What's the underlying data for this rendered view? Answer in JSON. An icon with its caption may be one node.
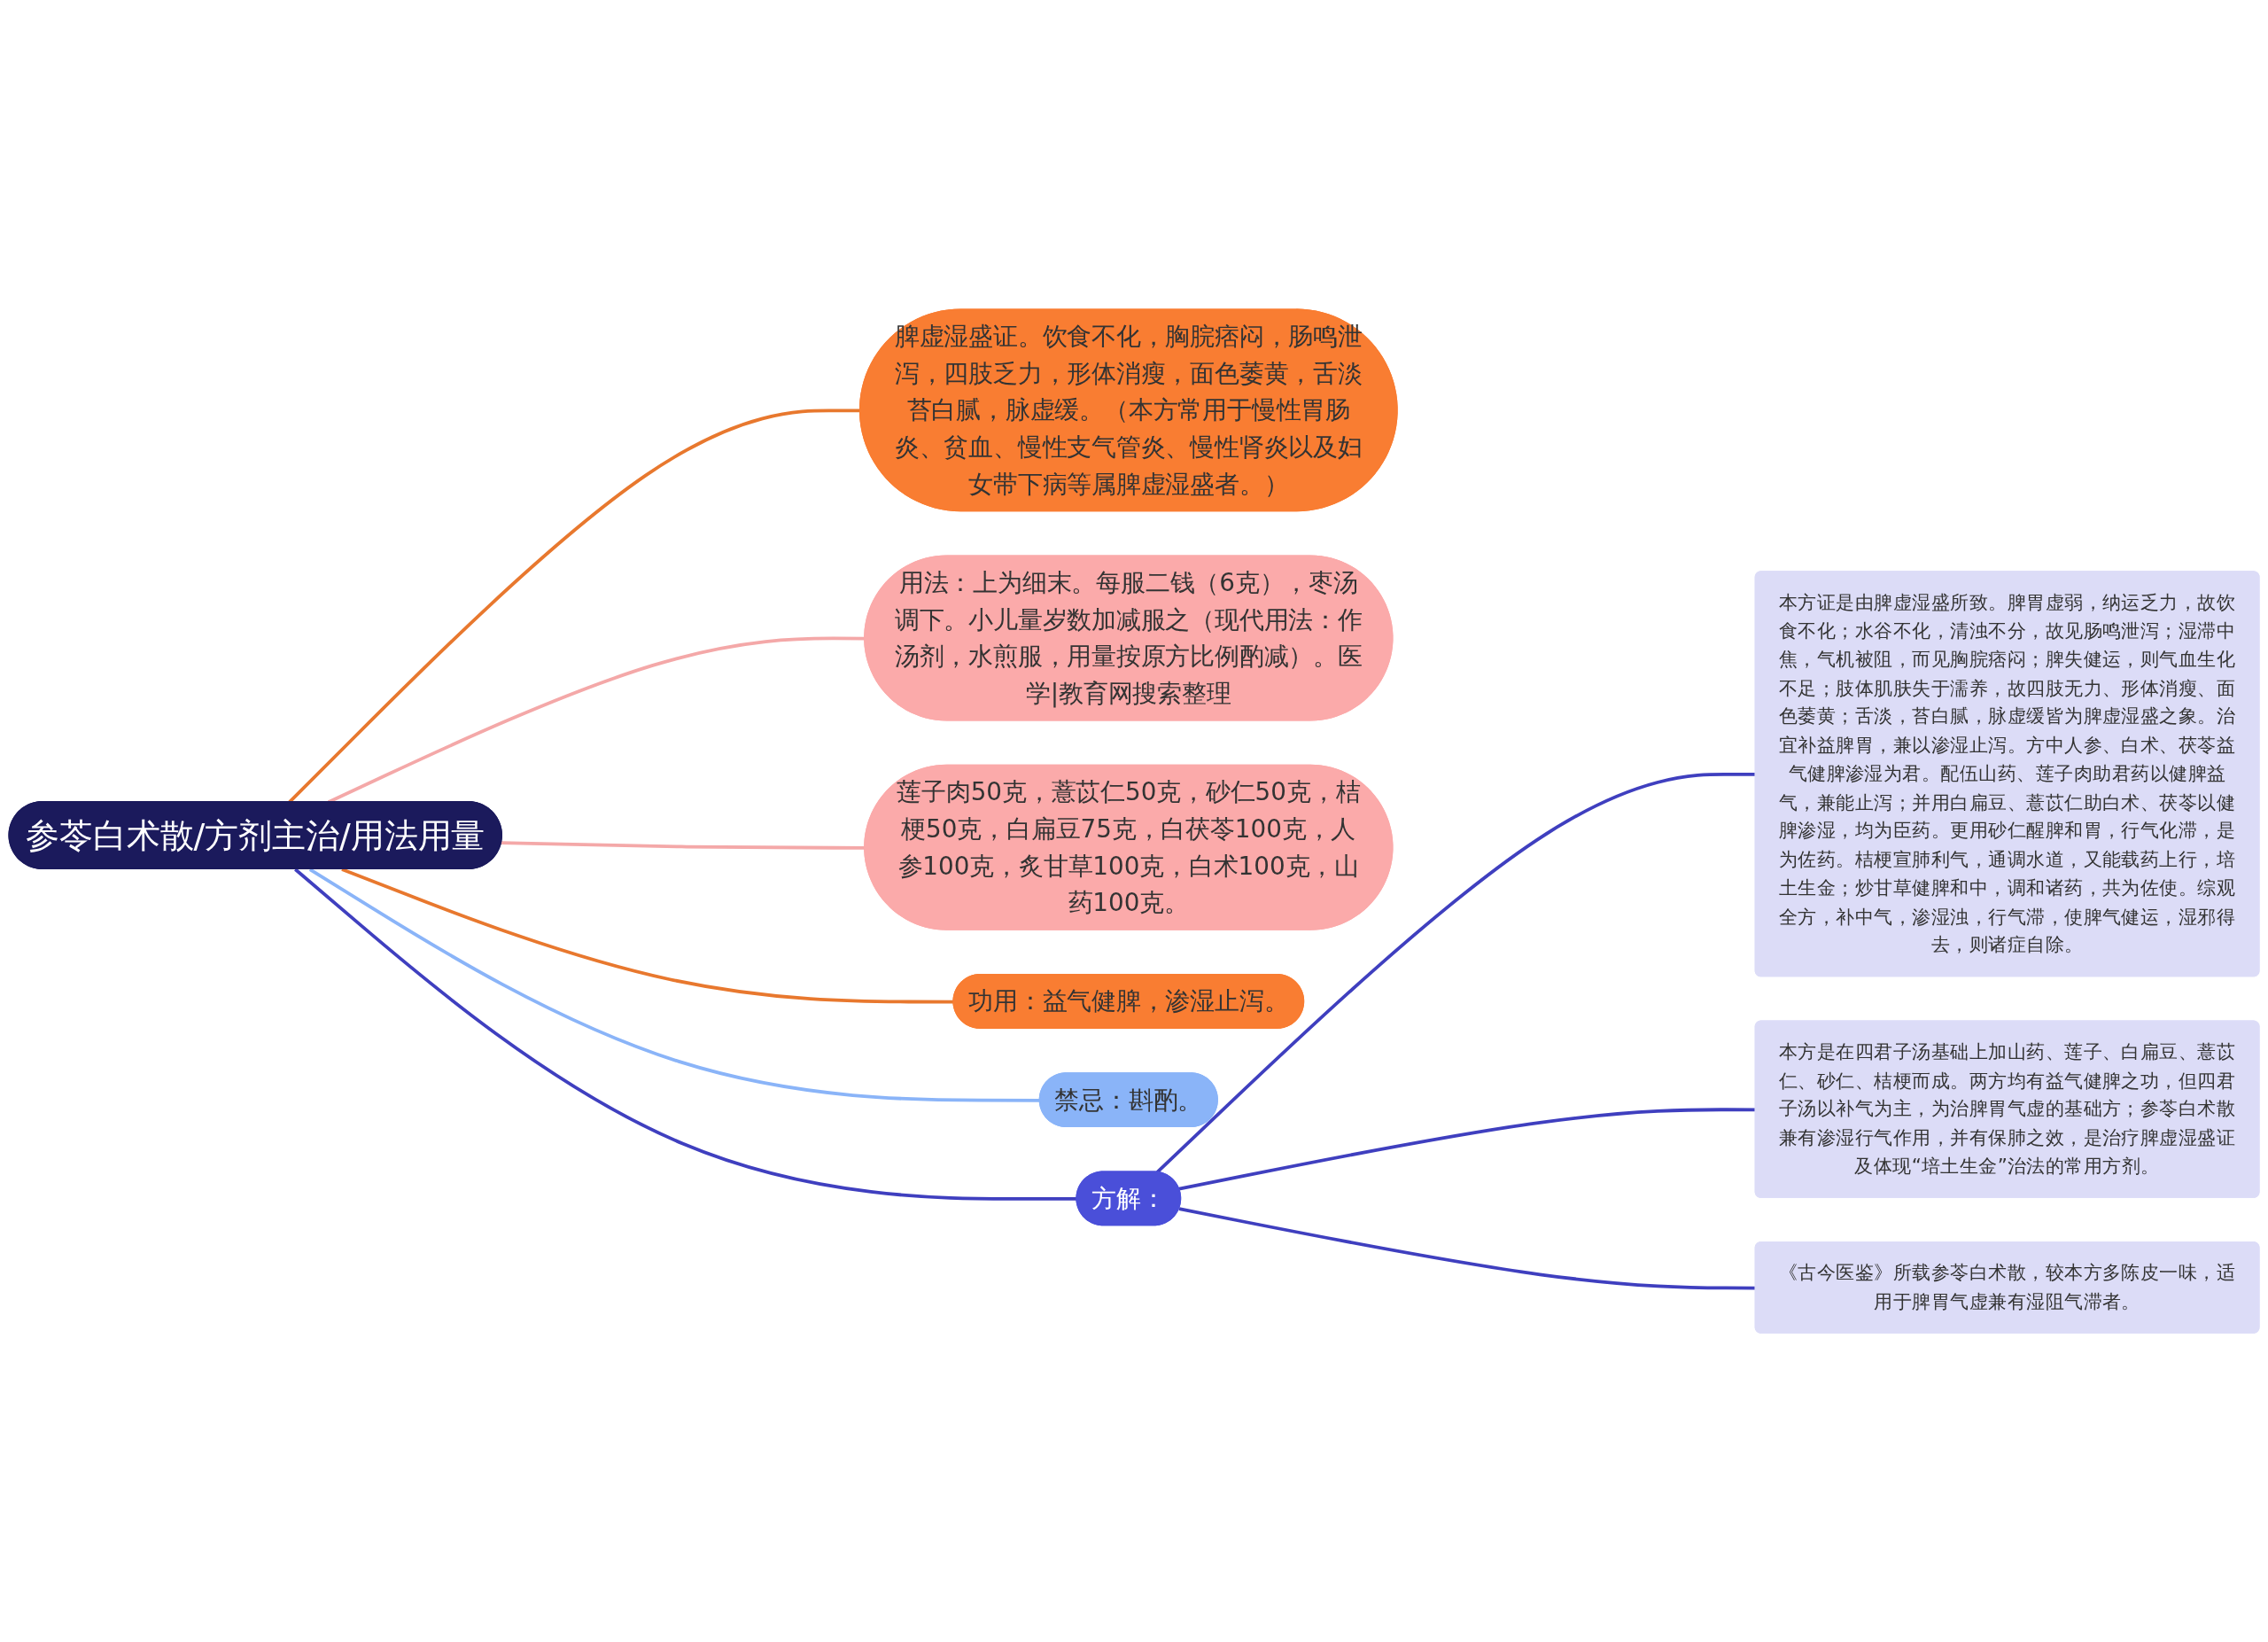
{
  "diagram": {
    "nodes": [
      {
        "text": [
          "参苓白术散/方剂主治/用法用量"
        ]
      },
      {
        "text": [
          "脾虚湿盛证。饮食不化，胸脘痞闷，肠鸣泄泻，四肢乏力，形体消瘦，面色萎黄，舌淡苔白腻，脉虚缓。（本方常用于慢性胃肠炎、贫血、慢性支气管炎、慢性肾炎以及妇女带下病等属脾虚湿盛者。）"
        ]
      },
      {
        "text": [
          "用法：上为细末。每服二钱（6克），枣汤调下。小儿量岁数加减服之（现代用法：作汤剂，水煎服，用量按原方比例酌减）。医学|教育网搜索整理"
        ]
      },
      {
        "text": [
          "方解："
        ]
      },
      {
        "text": [
          "本方证是由脾虚湿盛所致。脾胃虚弱，纳运乏力，故饮食不化；水谷不化，清浊不分，故见肠鸣泄泻；湿滞中焦，气机被阻，而见胸脘痞闷；脾失健运，则气血生化不足；肢体肌肤失于濡养，故四肢无力、形体消瘦、面色萎黄；舌淡，苔白腻，脉虚缓皆为脾虚湿盛之象。治宜补益脾胃，兼以渗湿止泻。方中人参、白术、茯苓益气健脾渗湿为君。配伍山药、莲子肉助君药以健脾益气，兼能止泻；并用白扁豆、薏苡仁助白术、茯苓以健脾渗湿，均为臣药。更用砂仁醒脾和胃，行气化滞，是为佐药。桔梗宣肺利气，通调水道，又能载药上行，培土生金；炒甘草健脾和中，调和诸药，共为佐使。综观全方，补中气，渗湿浊，行气滞，使脾气健运，湿邪得去，则诸症自除。"
        ]
      },
      {
        "text": [
          "本方是在四君子汤基础上加山药、莲子、白扁豆、薏苡仁、砂仁、桔梗而成。两方均有益气健脾之功，但四君子汤以补气为主，为治脾胃气虚的基础方；参苓白术散兼有渗湿行气作用，并有保肺之效，是治疗脾虚湿盛证及体现“培土生金”治法的常用方剂。"
        ]
      },
      {
        "text": [
          "《古今医鉴》所载参苓白术散，较本方多陈皮一味，适用于脾胃气虚兼有湿阻气滞者。"
        ]
      },
      {
        "text": [
          "莲子肉50克，薏苡仁50克，砂仁50克，桔梗50克，白扁豆75克，白茯苓100克，人参100克，炙甘草100克，白术100克，山药100克。"
        ]
      },
      {
        "text": [
          "功用：益气健脾，渗湿止泻。"
        ]
      },
      {
        "text": [
          "禁忌：斟酌。"
        ]
      }
    ],
    "edges": [
      {
        "from": 0,
        "to": 1,
        "arrow": "none",
        "color": "#e8782e"
      },
      {
        "from": 0,
        "to": 2,
        "arrow": "none",
        "color": "#f4a8a8"
      },
      {
        "from": 0,
        "to": 3,
        "arrow": "none"
      },
      {
        "from": 3,
        "to": 4,
        "arrow": "none"
      },
      {
        "from": 3,
        "to": 5,
        "arrow": "none"
      },
      {
        "from": 3,
        "to": 6,
        "arrow": "none"
      },
      {
        "from": 0,
        "to": 7,
        "arrow": "none",
        "color": "#f4a8a8"
      },
      {
        "from": 0,
        "to": 8,
        "arrow": "none",
        "color": "#e8782e"
      },
      {
        "from": 0,
        "to": 9,
        "arrow": "none",
        "color": "#8ab4f8"
      }
    ]
  }
}
